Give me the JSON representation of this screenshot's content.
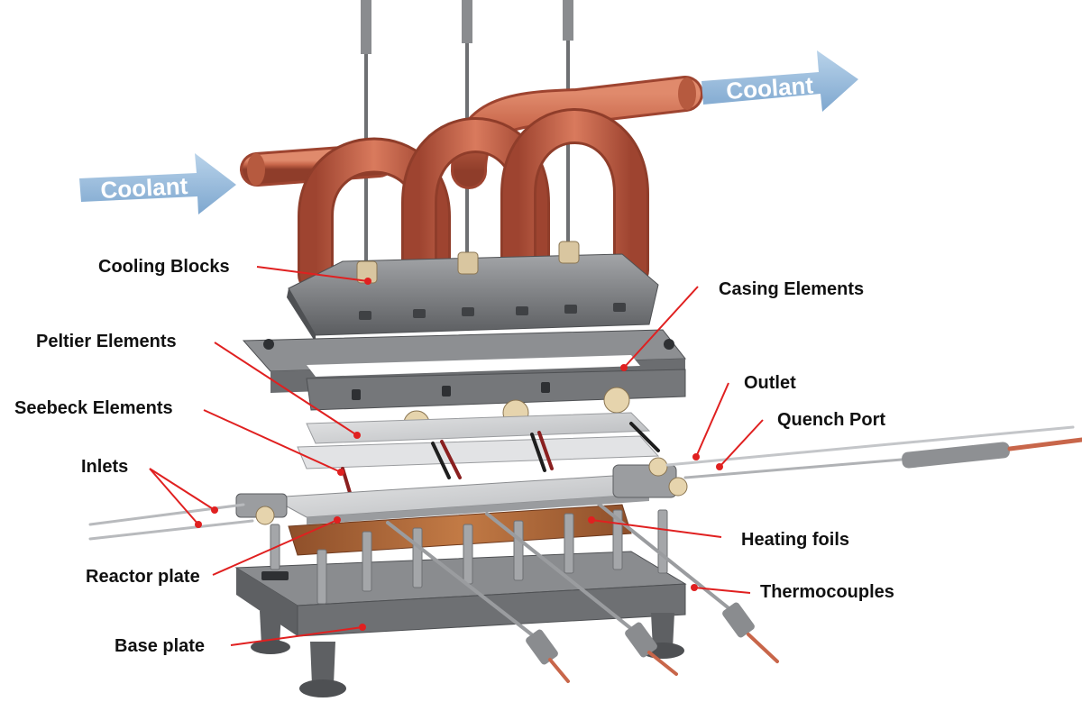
{
  "colors": {
    "copper": "#c8664a",
    "copper_dark": "#9e4430",
    "steel": "#7b7d80",
    "steel_dark": "#55575a",
    "steel_light": "#a9abae",
    "plate": "#d6d7d9",
    "heating": "#b46a3a",
    "arrow": "#8fb4d6",
    "leader": "#e02020",
    "text": "#111111"
  },
  "coolant": {
    "inlet_label": "Coolant",
    "outlet_label": "Coolant"
  },
  "labels": {
    "cooling_blocks": "Cooling Blocks",
    "casing_elements": "Casing Elements",
    "peltier_elements": "Peltier Elements",
    "seebeck_elements": "Seebeck Elements",
    "outlet": "Outlet",
    "quench_port": "Quench Port",
    "inlets": "Inlets",
    "heating_foils": "Heating foils",
    "reactor_plate": "Reactor plate",
    "thermocouples": "Thermocouples",
    "base_plate": "Base plate"
  },
  "icons": {
    "arrow": "right-arrow-icon"
  }
}
